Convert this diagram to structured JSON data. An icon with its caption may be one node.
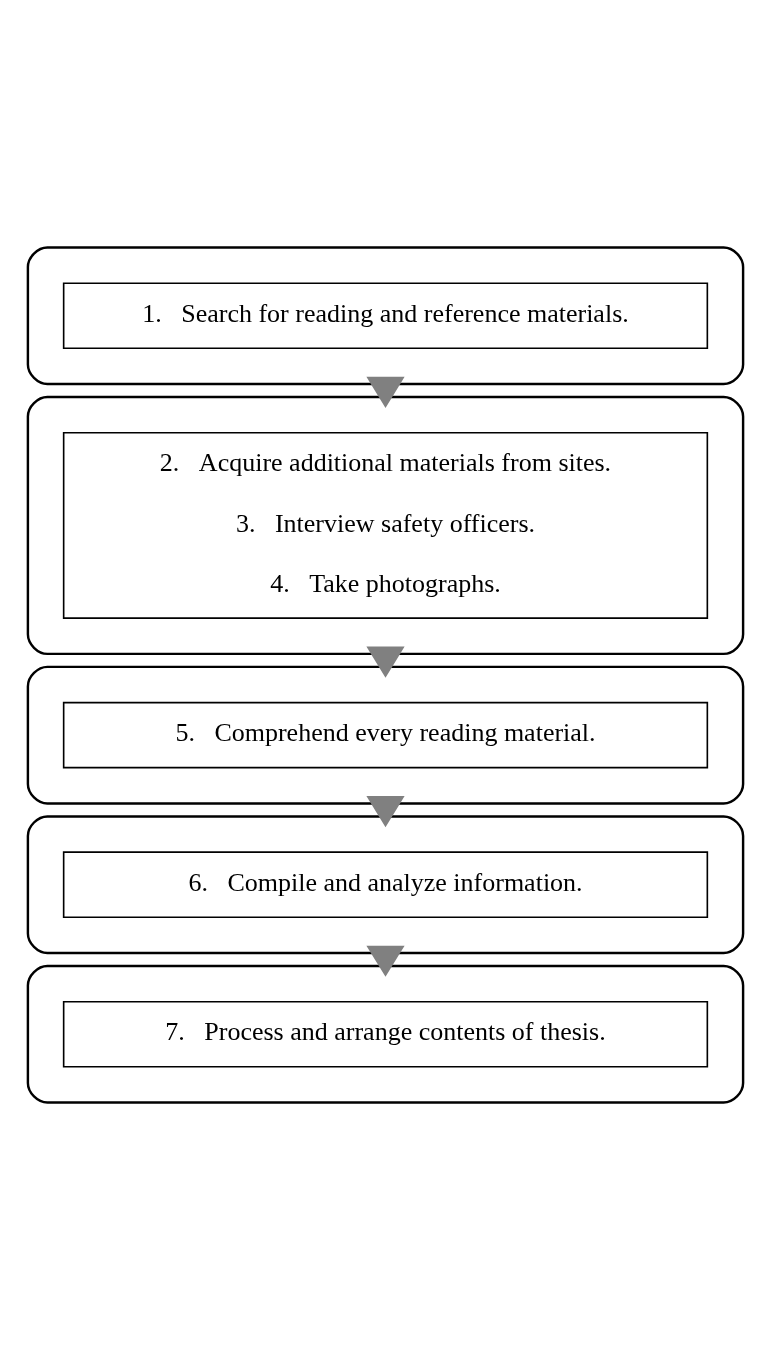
{
  "diagram": {
    "nodes": [
      {
        "text": [],
        "shape": "scroll"
      },
      {
        "text": [
          "1.   Search for reading and reference materials."
        ],
        "in": 0
      },
      {
        "text": [],
        "shape": "scroll"
      },
      {
        "text": [
          "2.   Acquire additional materials from sites.",
          "3.   Interview safety officers.",
          "4.   Take photographs."
        ],
        "in": 2
      },
      {
        "text": [],
        "shape": "scroll"
      },
      {
        "text": [
          "5.   Comprehend every reading material."
        ],
        "in": 4
      },
      {
        "text": [],
        "shape": "scroll"
      },
      {
        "text": [
          "6.   Compile and analyze information."
        ],
        "in": 6
      },
      {
        "text": [],
        "shape": "scroll"
      },
      {
        "text": [
          "7.   Process and arrange contents of thesis."
        ],
        "in": 8
      }
    ],
    "edges": [
      {
        "from": 0,
        "to": 2,
        "arrow": "to"
      },
      {
        "from": 2,
        "to": 4,
        "arrow": "to"
      },
      {
        "from": 4,
        "to": 6,
        "arrow": "to"
      },
      {
        "from": 6,
        "to": 8,
        "arrow": "to"
      }
    ]
  }
}
